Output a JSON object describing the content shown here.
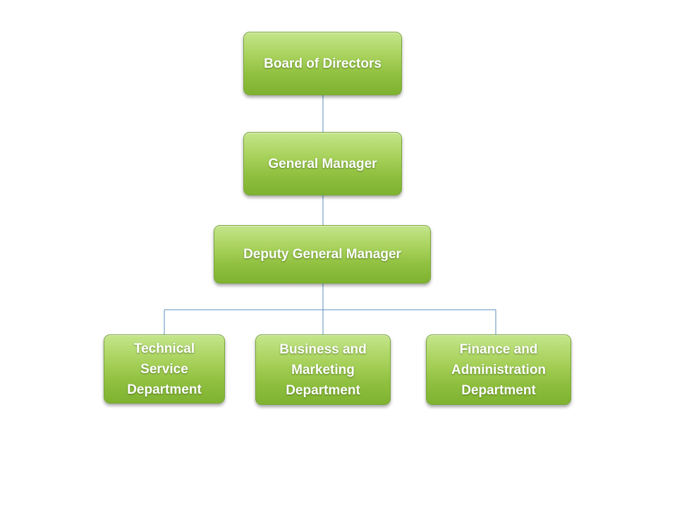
{
  "org_chart": {
    "board": {
      "label": "Board of Directors"
    },
    "general_manager": {
      "label": "General Manager"
    },
    "deputy_general_manager": {
      "label": "Deputy General Manager"
    },
    "departments": [
      {
        "lines": [
          "Technical",
          "Service",
          "Department"
        ]
      },
      {
        "lines": [
          "Business and",
          "Marketing",
          "Department"
        ]
      },
      {
        "lines": [
          "Finance and",
          "Administration",
          "Department"
        ]
      }
    ]
  },
  "colors": {
    "node_fill": "#9acb4a",
    "node_text": "#ffffff",
    "connector": "#5b8fbf"
  }
}
